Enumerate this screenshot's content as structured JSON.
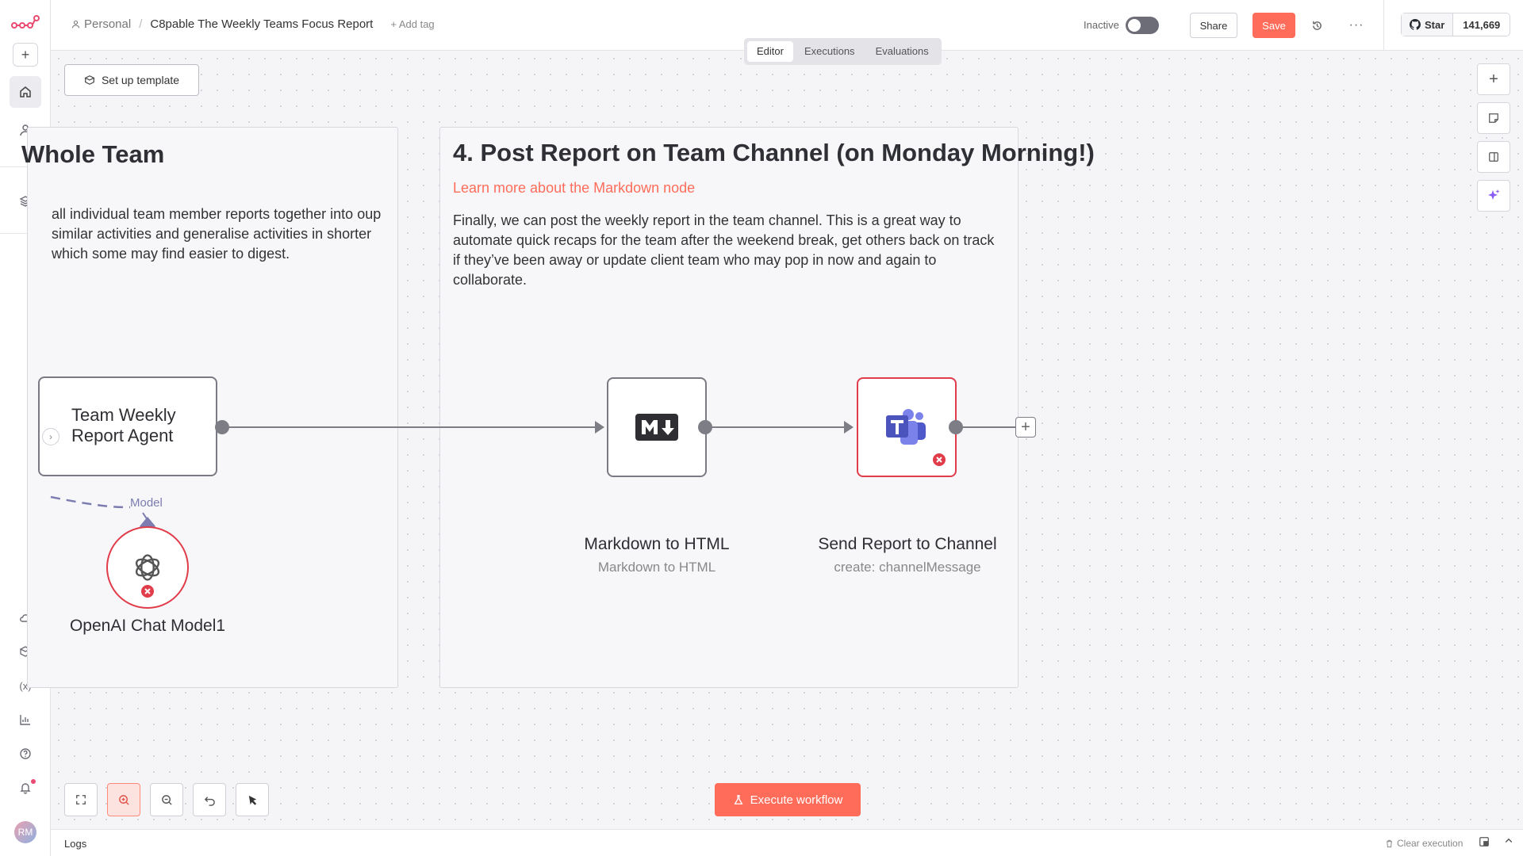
{
  "header": {
    "breadcrumb_personal": "Personal",
    "workflow_name": "C8pable The Weekly Teams Focus Report",
    "add_tag": "+ Add tag",
    "status_label": "Inactive",
    "share_label": "Share",
    "save_label": "Save",
    "github_star_label": "Star",
    "github_star_count": "141,669"
  },
  "view_tabs": [
    "Editor",
    "Executions",
    "Evaluations"
  ],
  "canvas": {
    "setup_template_label": "Set up template",
    "left_sticky": {
      "title": "Whole Team",
      "body": "all individual team member reports together into oup similar activities and generalise activities in shorter which some may find easier to digest."
    },
    "right_sticky": {
      "title": "4. Post Report on Team Channel (on Monday Morning!)",
      "link": "Learn more about the Markdown node",
      "body": "Finally, we can post the weekly report in the team channel. This is a great way to automate quick recaps for the team after the weekend break, get others back on track if they’ve been away or update client team who may pop in now and again to collaborate."
    },
    "nodes": {
      "agent": {
        "title_line1": "Team Weekly",
        "title_line2": "Report Agent"
      },
      "openai": {
        "title": "OpenAI Chat Model1",
        "connector_label": "Model"
      },
      "markdown": {
        "title": "Markdown to HTML",
        "subtitle": "Markdown to HTML"
      },
      "teams": {
        "title": "Send Report to Channel",
        "subtitle": "create: channelMessage"
      }
    },
    "execute_label": "Execute workflow"
  },
  "logs": {
    "label": "Logs",
    "clear_execution": "Clear execution"
  },
  "sidebar": {
    "avatar_initials": "RM"
  },
  "colors": {
    "accent": "#ff6d5a",
    "error": "#e03c4a",
    "connector": "#7d7d86",
    "ai_connector": "#7c7cb0",
    "teams_purple": "#5059c9"
  },
  "icons": [
    "n8n-logo",
    "plus-icon",
    "home-icon",
    "user-icon",
    "layers-icon",
    "cloud-icon",
    "templates-icon",
    "variables-icon",
    "insights-icon",
    "help-icon",
    "bell-icon",
    "history-icon",
    "more-icon",
    "github-icon",
    "markdown-icon",
    "teams-icon",
    "openai-icon",
    "error-icon",
    "fit-view-icon",
    "zoom-in-icon",
    "zoom-out-icon",
    "undo-icon",
    "pointer-icon",
    "flask-icon",
    "sticky-note-icon",
    "panel-icon",
    "sparkle-icon",
    "trash-icon",
    "chevron-up-icon"
  ]
}
